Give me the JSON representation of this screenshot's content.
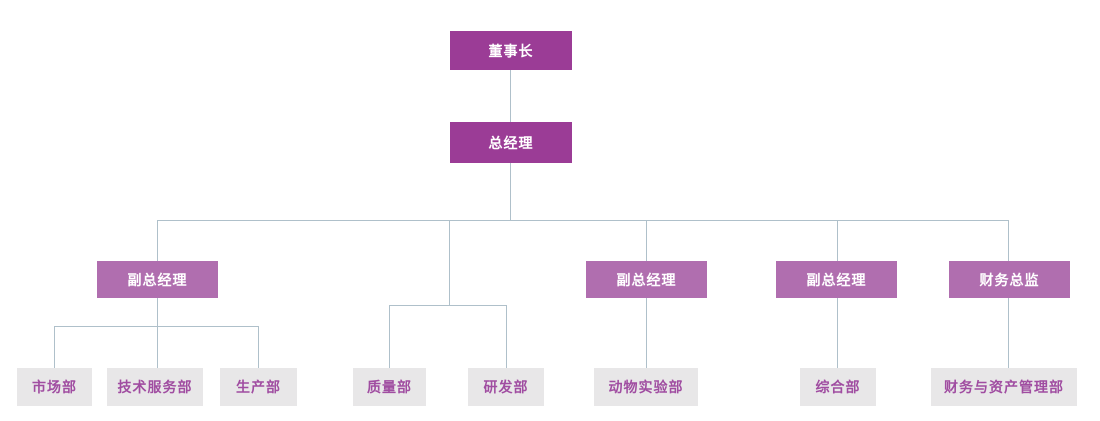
{
  "page": {
    "background": "#FFFFFF",
    "diagram_type": "organization-chart"
  },
  "colors": {
    "page_bg": "#FFFFFF",
    "executive_box_bg": "#9B3C96",
    "manager_box_bg": "#B06EAF",
    "dept_box_bg": "#E8E7E8",
    "box_text_light": "#FFFFFF",
    "dept_text": "#A04DA1",
    "connector": "#AFC0CA"
  },
  "org_chart": {
    "nodes": {
      "chairman": "董事长",
      "general_manager": "总经理",
      "deputy_gm_1": "副总经理",
      "deputy_gm_2": "副总经理",
      "deputy_gm_3": "副总经理",
      "finance_director": "财务总监",
      "marketing_dept": "市场部",
      "tech_service_dept": "技术服务部",
      "production_dept": "生产部",
      "quality_dept": "质量部",
      "rd_dept": "研发部",
      "animal_lab_dept": "动物实验部",
      "general_affairs_dept": "综合部",
      "finance_asset_dept": "财务与资产管理部"
    },
    "hierarchy": [
      {
        "parent": "董事长",
        "children": [
          "总经理"
        ]
      },
      {
        "parent": "总经理",
        "children": [
          "副总经理(左)",
          "质量/研发分支(无经理框)",
          "副总经理(中)",
          "副总经理(右)",
          "财务总监"
        ]
      },
      {
        "parent": "副总经理(左)",
        "children": [
          "市场部",
          "技术服务部",
          "生产部"
        ]
      },
      {
        "parent": "质量/研发分支(无经理框)",
        "children": [
          "质量部",
          "研发部"
        ]
      },
      {
        "parent": "副总经理(中)",
        "children": [
          "动物实验部"
        ]
      },
      {
        "parent": "副总经理(右)",
        "children": [
          "综合部"
        ]
      },
      {
        "parent": "财务总监",
        "children": [
          "财务与资产管理部"
        ]
      }
    ]
  }
}
